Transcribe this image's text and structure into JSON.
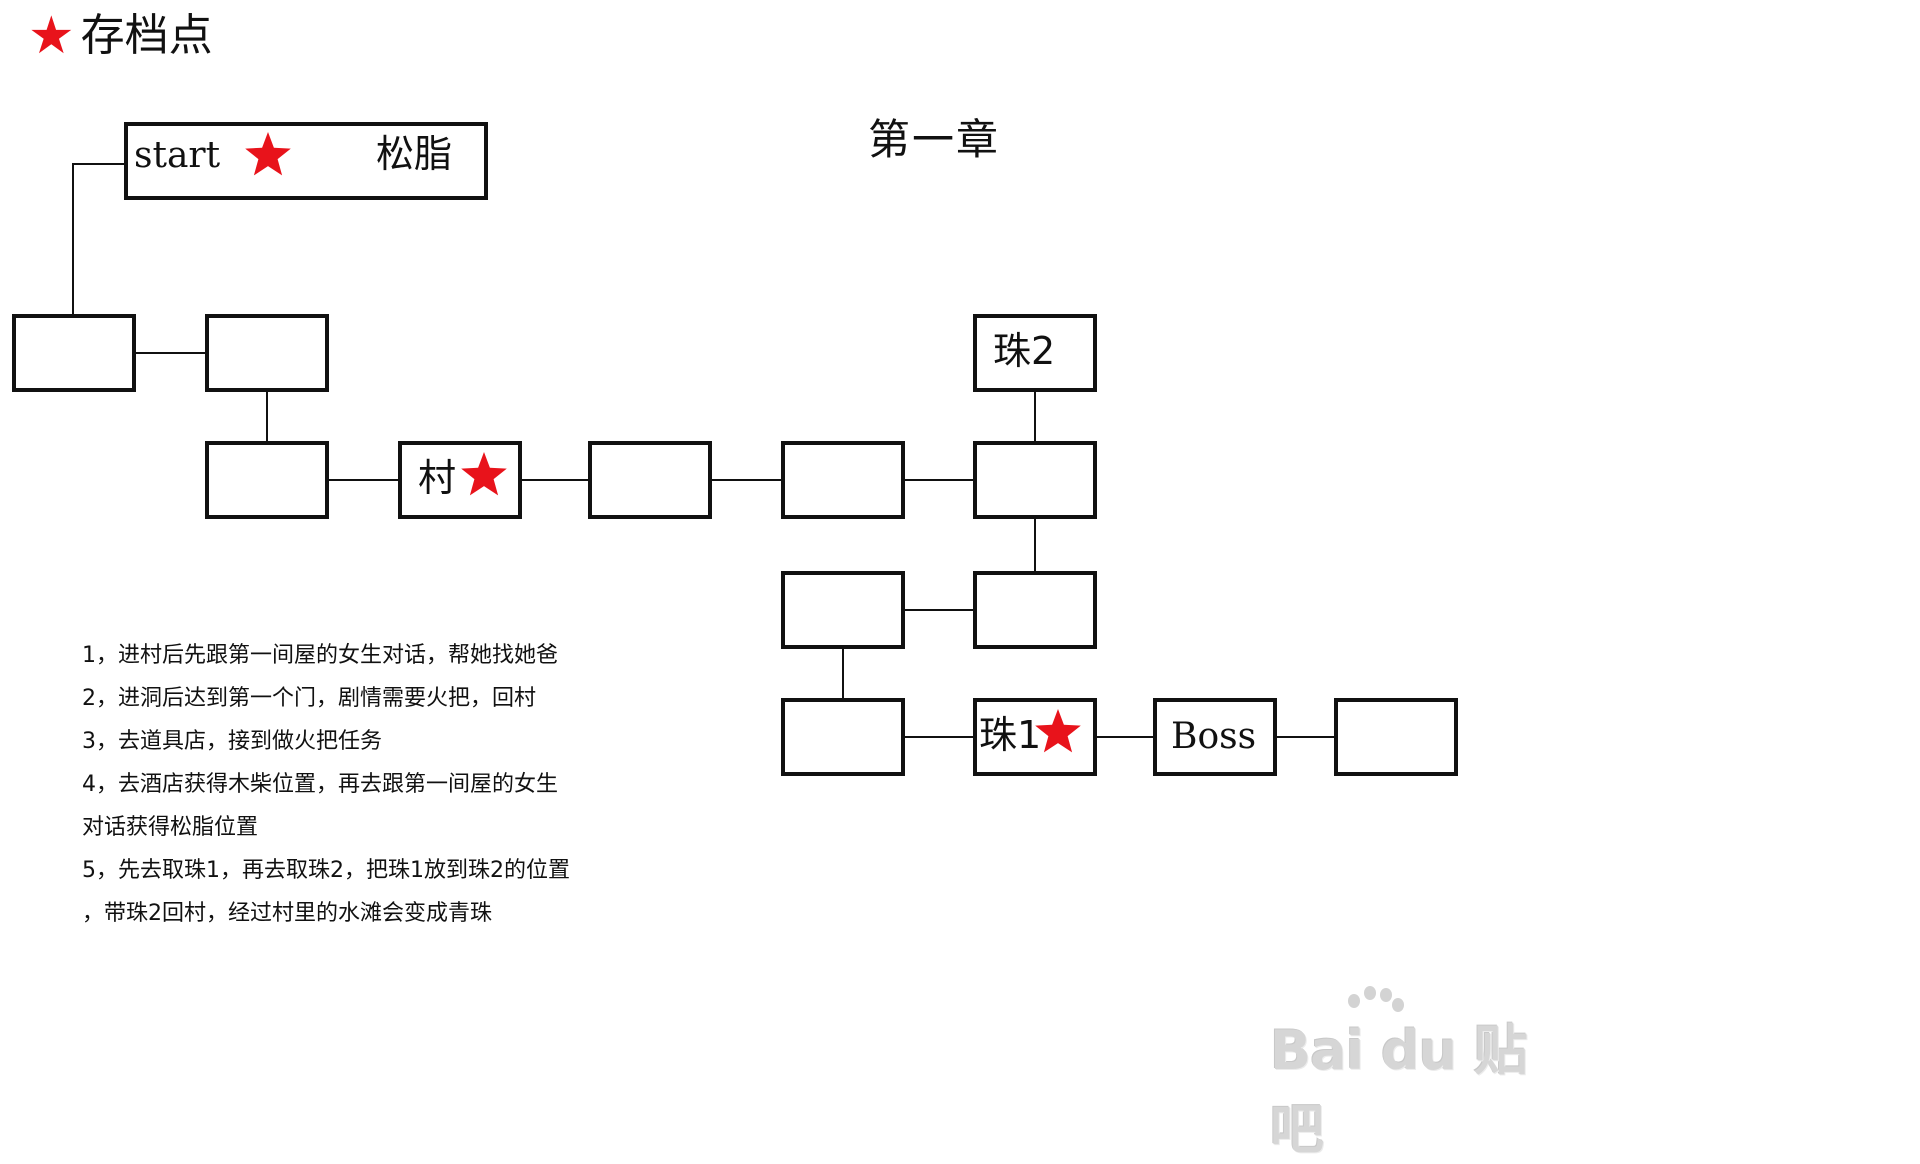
{
  "legend": {
    "icon": "red-star-icon",
    "label": "存档点"
  },
  "title": "第一章",
  "colors": {
    "star": "#e8131b",
    "box_border": "#111111",
    "line": "#111111",
    "background": "#ffffff"
  },
  "nodes": [
    {
      "id": "start",
      "text": "start",
      "extra": "松脂",
      "star": true
    },
    {
      "id": "n1",
      "text": "",
      "star": false
    },
    {
      "id": "n2",
      "text": "",
      "star": false
    },
    {
      "id": "n3",
      "text": "",
      "star": false
    },
    {
      "id": "village",
      "text": "村",
      "star": true
    },
    {
      "id": "n5",
      "text": "",
      "star": false
    },
    {
      "id": "n6",
      "text": "",
      "star": false
    },
    {
      "id": "n7",
      "text": "",
      "star": false
    },
    {
      "id": "bead2",
      "text": "珠2",
      "star": false
    },
    {
      "id": "n9",
      "text": "",
      "star": false
    },
    {
      "id": "n10",
      "text": "",
      "star": false
    },
    {
      "id": "n11",
      "text": "",
      "star": false
    },
    {
      "id": "bead1",
      "text": "珠1",
      "star": true
    },
    {
      "id": "boss",
      "text": "Boss",
      "star": false
    },
    {
      "id": "n14",
      "text": "",
      "star": false
    }
  ],
  "edges": [
    [
      "start",
      "n1"
    ],
    [
      "n1",
      "n2"
    ],
    [
      "n2",
      "n3"
    ],
    [
      "n3",
      "village"
    ],
    [
      "village",
      "n5"
    ],
    [
      "n5",
      "n6"
    ],
    [
      "n6",
      "n7"
    ],
    [
      "n7",
      "bead2"
    ],
    [
      "n7",
      "n9"
    ],
    [
      "n9",
      "n10"
    ],
    [
      "n10",
      "n11"
    ],
    [
      "n11",
      "bead1"
    ],
    [
      "bead1",
      "boss"
    ],
    [
      "boss",
      "n14"
    ]
  ],
  "notes": [
    "1，进村后先跟第一间屋的女生对话，帮她找她爸",
    "2，进洞后达到第一个门，剧情需要火把，回村",
    "3，去道具店，接到做火把任务",
    "4，去酒店获得木柴位置，再去跟第一间屋的女生",
    "对话获得松脂位置",
    "5，先去取珠1，再去取珠2，把珠1放到珠2的位置",
    "，带珠2回村，经过村里的水滩会变成青珠"
  ],
  "watermark": {
    "text": "Bai du 贴吧",
    "icon": "baidu-paw-icon"
  }
}
